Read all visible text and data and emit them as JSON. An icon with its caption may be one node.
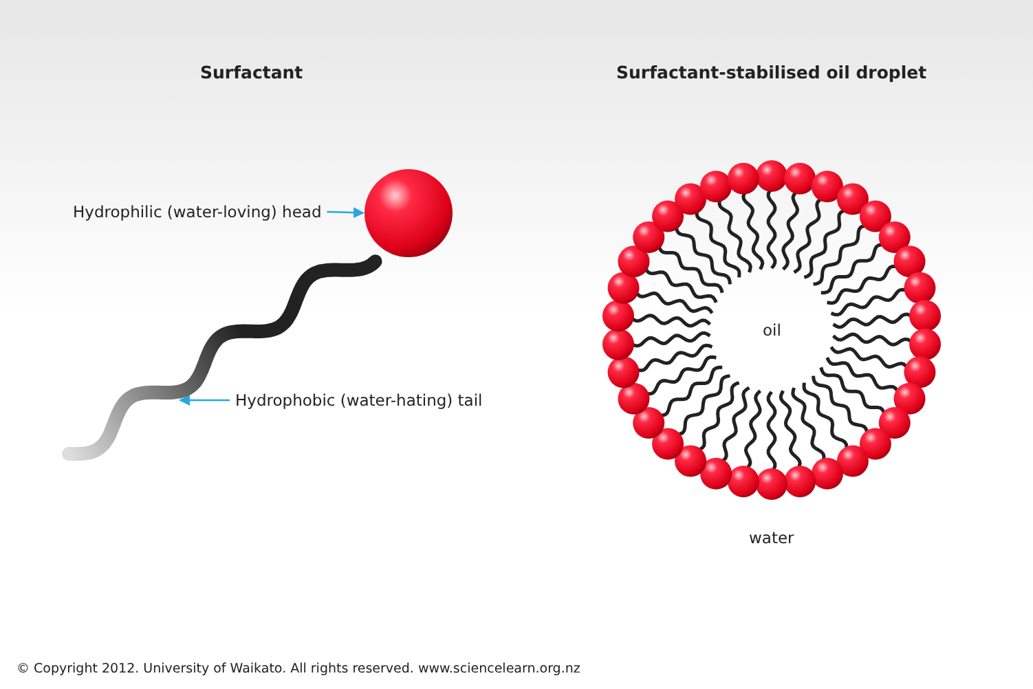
{
  "diagram": {
    "nodes": [
      {
        "text": [
          "Hydrophilic (water-loving) head"
        ]
      },
      {
        "text": [],
        "shape": "circle"
      },
      {
        "text": [
          "Hydrophobic (water-hating) tail"
        ]
      },
      {
        "text": [],
        "shape": "picture"
      }
    ],
    "edges": [
      {
        "from": 0,
        "to": 1,
        "arrow": "to"
      },
      {
        "from": 2,
        "to": 3,
        "arrow": "to"
      }
    ],
    "labels": [
      "Surfactant",
      "Surfactant-stabilised oil droplet",
      "oil",
      "water",
      "© Copyright 2012. University of Waikato. All rights reserved. www.sciencelearn.org.nz"
    ]
  }
}
